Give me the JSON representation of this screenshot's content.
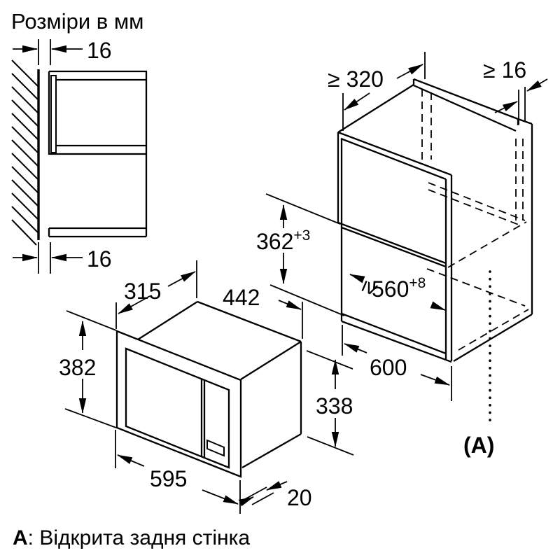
{
  "title": "Розміри в мм",
  "wall_section": {
    "top_gap": "16",
    "bottom_gap": "16"
  },
  "niche": {
    "depth_min_symbol": "≥",
    "depth_min": "320",
    "rear_gap_symbol": "≥",
    "rear_gap": "16",
    "height": "362",
    "height_tolerance": "+3",
    "width_min_symbol": "≥",
    "width_min": "560",
    "width_tolerance": "+8",
    "cabinet_width": "600",
    "marker": "(А)"
  },
  "appliance": {
    "depth": "315",
    "body_width": "442",
    "frame_height": "382",
    "body_height": "338",
    "frame_width": "595",
    "frame_overhang": "20"
  },
  "legend": {
    "marker": "А",
    "text": ": Відкрита задня стінка"
  },
  "colors": {
    "line": "#000000",
    "background": "#ffffff"
  }
}
